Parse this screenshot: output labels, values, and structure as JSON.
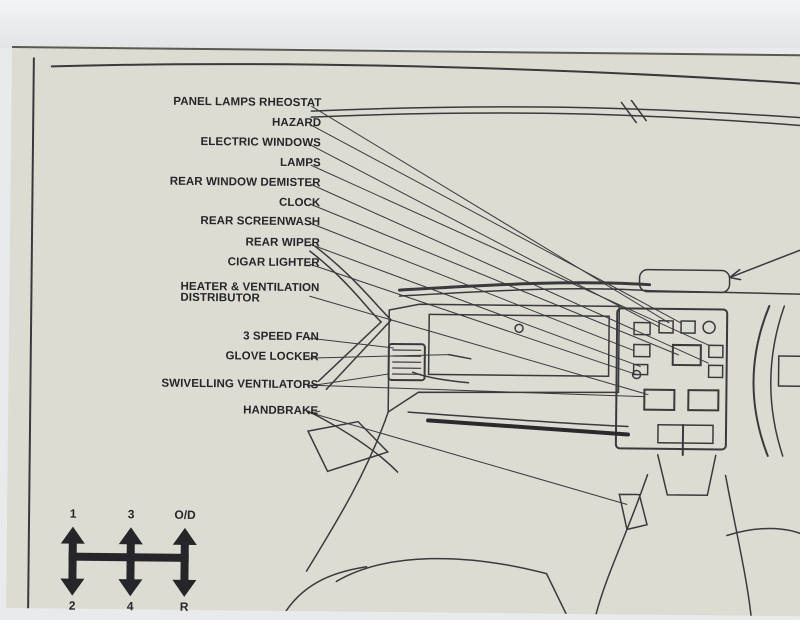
{
  "labels": {
    "panel_lamps_rheostat": "PANEL LAMPS RHEOSTAT",
    "hazard": "HAZARD",
    "electric_windows": "ELECTRIC WINDOWS",
    "lamps": "LAMPS",
    "rear_window_demister": "REAR WINDOW DEMISTER",
    "clock": "CLOCK",
    "rear_screenwash": "REAR SCREENWASH",
    "rear_wiper": "REAR  WIPER",
    "cigar_lighter": "CIGAR LIGHTER",
    "heater_line1": "HEATER & VENTILATION",
    "heater_line2": "DISTRIBUTOR",
    "speed_fan": "3 SPEED FAN",
    "glove_locker": "GLOVE LOCKER",
    "swivelling_ventilators": "SWIVELLING VENTILATORS",
    "handbrake": "HANDBRAKE"
  },
  "gear_pattern": {
    "top": [
      "1",
      "3",
      "O/D"
    ],
    "bottom": [
      "2",
      "4",
      "R"
    ]
  },
  "colors": {
    "paper": "#dcdcd2",
    "ink": "#26262a",
    "line": "#3a3a3e"
  }
}
